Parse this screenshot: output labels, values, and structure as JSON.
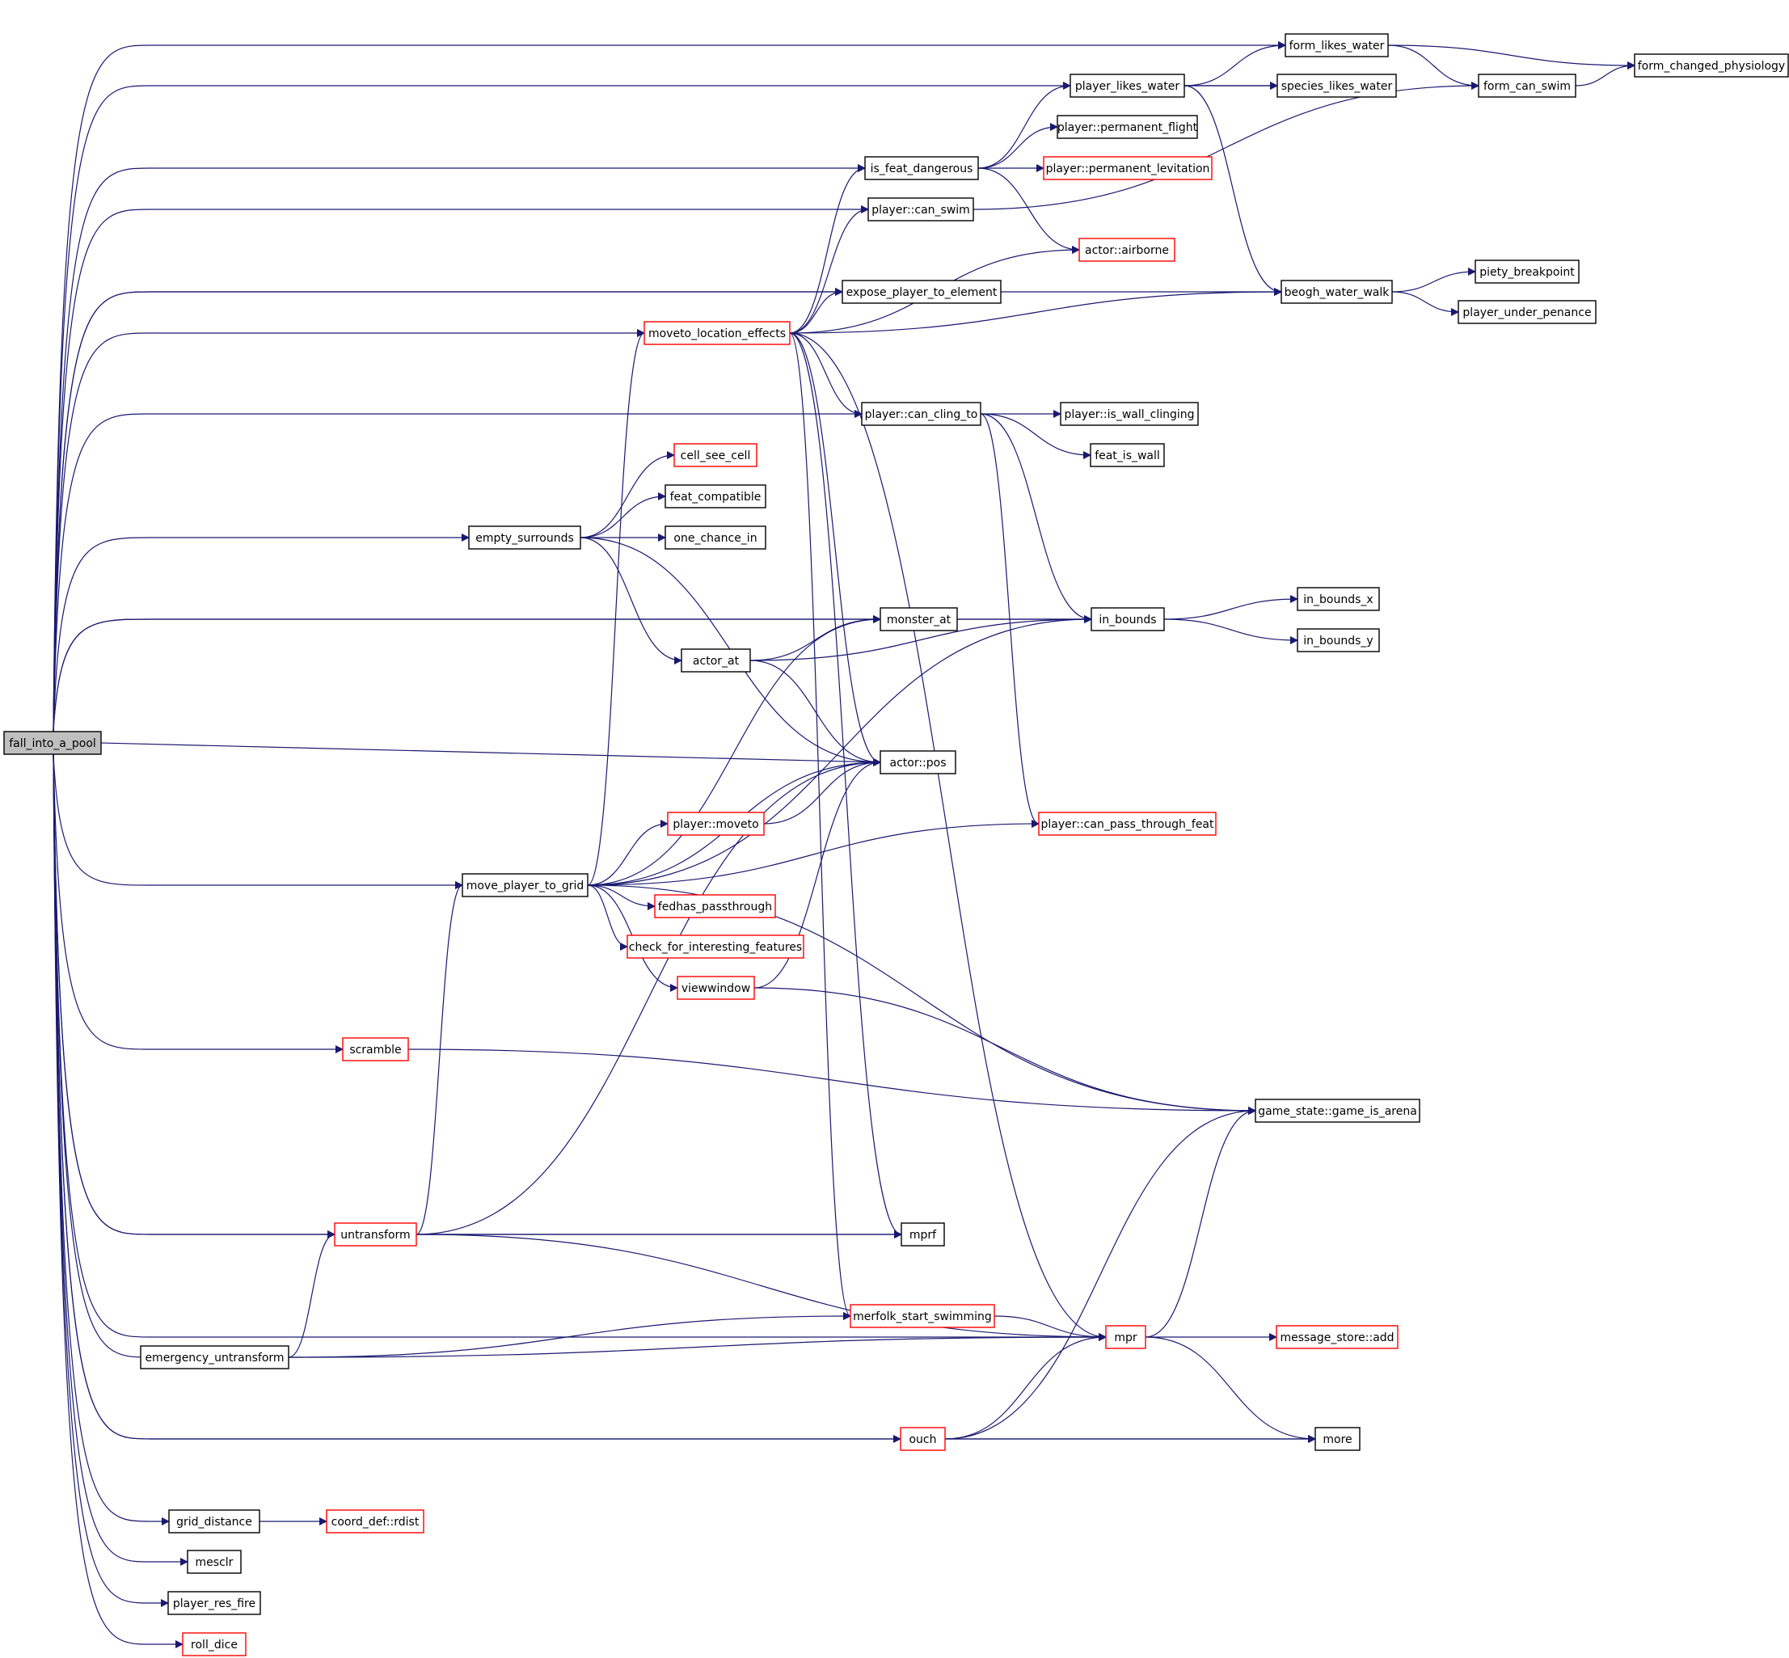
{
  "diagram": {
    "colors": {
      "edge": "#191970",
      "node_border": "#000000",
      "node_border_incomplete": "#ff0000",
      "root_fill": "#bfbfbf"
    },
    "nodes": [
      {
        "id": "fall_into_a_pool",
        "label": "fall_into_a_pool",
        "root": true
      },
      {
        "id": "form_likes_water",
        "label": "form_likes_water"
      },
      {
        "id": "form_changed_physiology",
        "label": "form_changed_physiology"
      },
      {
        "id": "form_can_swim",
        "label": "form_can_swim"
      },
      {
        "id": "species_likes_water",
        "label": "species_likes_water"
      },
      {
        "id": "player_likes_water",
        "label": "player_likes_water"
      },
      {
        "id": "player_permanent_flight",
        "label": "player::permanent_flight"
      },
      {
        "id": "player_permanent_levitation",
        "label": "player::permanent_levitation",
        "red": true
      },
      {
        "id": "is_feat_dangerous",
        "label": "is_feat_dangerous"
      },
      {
        "id": "player_can_swim",
        "label": "player::can_swim"
      },
      {
        "id": "actor_airborne",
        "label": "actor::airborne",
        "red": true
      },
      {
        "id": "beogh_water_walk",
        "label": "beogh_water_walk"
      },
      {
        "id": "piety_breakpoint",
        "label": "piety_breakpoint"
      },
      {
        "id": "player_under_penance",
        "label": "player_under_penance"
      },
      {
        "id": "expose_player_to_element",
        "label": "expose_player_to_element"
      },
      {
        "id": "moveto_location_effects",
        "label": "moveto_location_effects",
        "red": true
      },
      {
        "id": "player_can_cling_to",
        "label": "player::can_cling_to"
      },
      {
        "id": "player_is_wall_clinging",
        "label": "player::is_wall_clinging"
      },
      {
        "id": "feat_is_wall",
        "label": "feat_is_wall"
      },
      {
        "id": "cell_see_cell",
        "label": "cell_see_cell",
        "red": true
      },
      {
        "id": "feat_compatible",
        "label": "feat_compatible"
      },
      {
        "id": "empty_surrounds",
        "label": "empty_surrounds"
      },
      {
        "id": "one_chance_in",
        "label": "one_chance_in"
      },
      {
        "id": "in_bounds_x",
        "label": "in_bounds_x"
      },
      {
        "id": "monster_at",
        "label": "monster_at"
      },
      {
        "id": "in_bounds",
        "label": "in_bounds"
      },
      {
        "id": "in_bounds_y",
        "label": "in_bounds_y"
      },
      {
        "id": "actor_at",
        "label": "actor_at"
      },
      {
        "id": "actor_pos",
        "label": "actor::pos"
      },
      {
        "id": "player_moveto",
        "label": "player::moveto",
        "red": true
      },
      {
        "id": "player_can_pass_through_feat",
        "label": "player::can_pass_through_feat",
        "red": true
      },
      {
        "id": "move_player_to_grid",
        "label": "move_player_to_grid"
      },
      {
        "id": "fedhas_passthrough",
        "label": "fedhas_passthrough",
        "red": true
      },
      {
        "id": "check_for_interesting_features",
        "label": "check_for_interesting_features",
        "red": true
      },
      {
        "id": "viewwindow",
        "label": "viewwindow",
        "red": true
      },
      {
        "id": "scramble",
        "label": "scramble",
        "red": true
      },
      {
        "id": "game_is_arena",
        "label": "game_state::game_is_arena"
      },
      {
        "id": "untransform",
        "label": "untransform",
        "red": true
      },
      {
        "id": "mprf",
        "label": "mprf"
      },
      {
        "id": "merfolk_start_swimming",
        "label": "merfolk_start_swimming",
        "red": true
      },
      {
        "id": "mpr",
        "label": "mpr",
        "red": true
      },
      {
        "id": "message_store_add",
        "label": "message_store::add",
        "red": true
      },
      {
        "id": "emergency_untransform",
        "label": "emergency_untransform"
      },
      {
        "id": "ouch",
        "label": "ouch",
        "red": true
      },
      {
        "id": "more",
        "label": "more"
      },
      {
        "id": "grid_distance",
        "label": "grid_distance"
      },
      {
        "id": "coord_def_rdist",
        "label": "coord_def::rdist",
        "red": true
      },
      {
        "id": "mesclr",
        "label": "mesclr"
      },
      {
        "id": "player_res_fire",
        "label": "player_res_fire"
      },
      {
        "id": "roll_dice",
        "label": "roll_dice",
        "red": true
      }
    ],
    "edges": [
      [
        "fall_into_a_pool",
        "form_likes_water"
      ],
      [
        "fall_into_a_pool",
        "species_likes_water"
      ],
      [
        "fall_into_a_pool",
        "is_feat_dangerous"
      ],
      [
        "fall_into_a_pool",
        "player_can_swim"
      ],
      [
        "fall_into_a_pool",
        "beogh_water_walk"
      ],
      [
        "fall_into_a_pool",
        "expose_player_to_element"
      ],
      [
        "fall_into_a_pool",
        "moveto_location_effects"
      ],
      [
        "fall_into_a_pool",
        "player_can_cling_to"
      ],
      [
        "fall_into_a_pool",
        "in_bounds"
      ],
      [
        "fall_into_a_pool",
        "empty_surrounds"
      ],
      [
        "fall_into_a_pool",
        "monster_at"
      ],
      [
        "fall_into_a_pool",
        "actor_pos"
      ],
      [
        "fall_into_a_pool",
        "move_player_to_grid"
      ],
      [
        "fall_into_a_pool",
        "scramble"
      ],
      [
        "fall_into_a_pool",
        "mpr"
      ],
      [
        "fall_into_a_pool",
        "mprf"
      ],
      [
        "fall_into_a_pool",
        "untransform"
      ],
      [
        "fall_into_a_pool",
        "emergency_untransform"
      ],
      [
        "fall_into_a_pool",
        "ouch"
      ],
      [
        "fall_into_a_pool",
        "more"
      ],
      [
        "fall_into_a_pool",
        "grid_distance"
      ],
      [
        "fall_into_a_pool",
        "mesclr"
      ],
      [
        "fall_into_a_pool",
        "player_res_fire"
      ],
      [
        "fall_into_a_pool",
        "roll_dice"
      ],
      [
        "form_likes_water",
        "form_changed_physiology"
      ],
      [
        "form_likes_water",
        "form_can_swim"
      ],
      [
        "form_can_swim",
        "form_changed_physiology"
      ],
      [
        "player_likes_water",
        "form_likes_water"
      ],
      [
        "player_likes_water",
        "species_likes_water"
      ],
      [
        "player_likes_water",
        "beogh_water_walk"
      ],
      [
        "is_feat_dangerous",
        "player_likes_water"
      ],
      [
        "is_feat_dangerous",
        "player_permanent_flight"
      ],
      [
        "is_feat_dangerous",
        "player_permanent_levitation"
      ],
      [
        "is_feat_dangerous",
        "actor_airborne"
      ],
      [
        "player_can_swim",
        "form_can_swim"
      ],
      [
        "beogh_water_walk",
        "piety_breakpoint"
      ],
      [
        "beogh_water_walk",
        "player_under_penance"
      ],
      [
        "moveto_location_effects",
        "is_feat_dangerous"
      ],
      [
        "moveto_location_effects",
        "player_can_swim"
      ],
      [
        "moveto_location_effects",
        "expose_player_to_element"
      ],
      [
        "moveto_location_effects",
        "actor_airborne"
      ],
      [
        "moveto_location_effects",
        "beogh_water_walk"
      ],
      [
        "moveto_location_effects",
        "player_can_cling_to"
      ],
      [
        "moveto_location_effects",
        "actor_pos"
      ],
      [
        "moveto_location_effects",
        "mprf"
      ],
      [
        "moveto_location_effects",
        "merfolk_start_swimming"
      ],
      [
        "moveto_location_effects",
        "mpr"
      ],
      [
        "player_can_cling_to",
        "player_is_wall_clinging"
      ],
      [
        "player_can_cling_to",
        "feat_is_wall"
      ],
      [
        "player_can_cling_to",
        "in_bounds"
      ],
      [
        "player_can_cling_to",
        "player_can_pass_through_feat"
      ],
      [
        "empty_surrounds",
        "cell_see_cell"
      ],
      [
        "empty_surrounds",
        "feat_compatible"
      ],
      [
        "empty_surrounds",
        "one_chance_in"
      ],
      [
        "empty_surrounds",
        "actor_at"
      ],
      [
        "empty_surrounds",
        "actor_pos"
      ],
      [
        "monster_at",
        "in_bounds"
      ],
      [
        "actor_at",
        "monster_at"
      ],
      [
        "actor_at",
        "in_bounds"
      ],
      [
        "actor_at",
        "actor_pos"
      ],
      [
        "in_bounds",
        "in_bounds_x"
      ],
      [
        "in_bounds",
        "in_bounds_y"
      ],
      [
        "player_moveto",
        "actor_pos"
      ],
      [
        "move_player_to_grid",
        "moveto_location_effects"
      ],
      [
        "move_player_to_grid",
        "monster_at"
      ],
      [
        "move_player_to_grid",
        "actor_pos"
      ],
      [
        "move_player_to_grid",
        "player_moveto"
      ],
      [
        "move_player_to_grid",
        "in_bounds"
      ],
      [
        "move_player_to_grid",
        "fedhas_passthrough"
      ],
      [
        "move_player_to_grid",
        "check_for_interesting_features"
      ],
      [
        "move_player_to_grid",
        "viewwindow"
      ],
      [
        "move_player_to_grid",
        "player_can_pass_through_feat"
      ],
      [
        "move_player_to_grid",
        "game_is_arena"
      ],
      [
        "viewwindow",
        "actor_pos"
      ],
      [
        "viewwindow",
        "game_is_arena"
      ],
      [
        "scramble",
        "game_is_arena"
      ],
      [
        "untransform",
        "move_player_to_grid"
      ],
      [
        "untransform",
        "actor_pos"
      ],
      [
        "untransform",
        "mprf"
      ],
      [
        "untransform",
        "mpr"
      ],
      [
        "merfolk_start_swimming",
        "mpr"
      ],
      [
        "mpr",
        "game_is_arena"
      ],
      [
        "mpr",
        "message_store_add"
      ],
      [
        "mpr",
        "more"
      ],
      [
        "emergency_untransform",
        "untransform"
      ],
      [
        "emergency_untransform",
        "merfolk_start_swimming"
      ],
      [
        "emergency_untransform",
        "mpr"
      ],
      [
        "ouch",
        "mpr"
      ],
      [
        "ouch",
        "game_is_arena"
      ],
      [
        "ouch",
        "more"
      ],
      [
        "grid_distance",
        "coord_def_rdist"
      ]
    ]
  }
}
